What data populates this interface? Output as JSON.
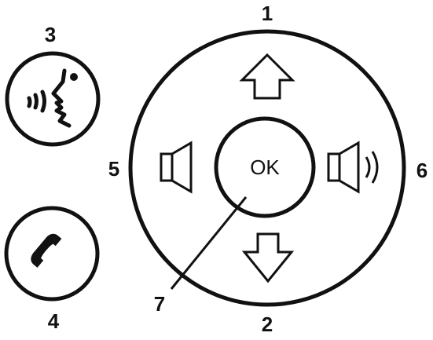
{
  "labels": {
    "up": "1",
    "down": "2",
    "voice": "3",
    "call": "4",
    "left": "5",
    "right": "6",
    "ok_pointer": "7"
  },
  "center_button": {
    "label": "OK"
  },
  "icons": {
    "up": "arrow-up-icon",
    "down": "arrow-down-icon",
    "volume_down": "speaker-icon",
    "volume_up": "speaker-waves-icon",
    "voice": "speaking-head-icon",
    "call": "phone-handset-icon"
  },
  "colors": {
    "ink": "#111111",
    "background": "#ffffff"
  }
}
